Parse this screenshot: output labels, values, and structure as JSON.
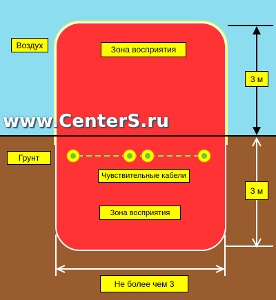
{
  "labels": {
    "air": "Воздух",
    "ground": "Грунт",
    "zone_top": "Зона восприятия",
    "zone_bottom": "Зона восприятия",
    "cables": "Чувствительные кабели",
    "height_above": "3 м",
    "depth_below": "3 м",
    "width": "Не более чем 3"
  },
  "watermark": "www.CenterS.ru",
  "colors": {
    "sky": "#8DDDF1",
    "ground": "#985C2F",
    "zone": "#FF3333",
    "label_bg": "#FFFF00",
    "cable_dash": "#66FF66",
    "sensor_fill": "#FFFF00"
  }
}
